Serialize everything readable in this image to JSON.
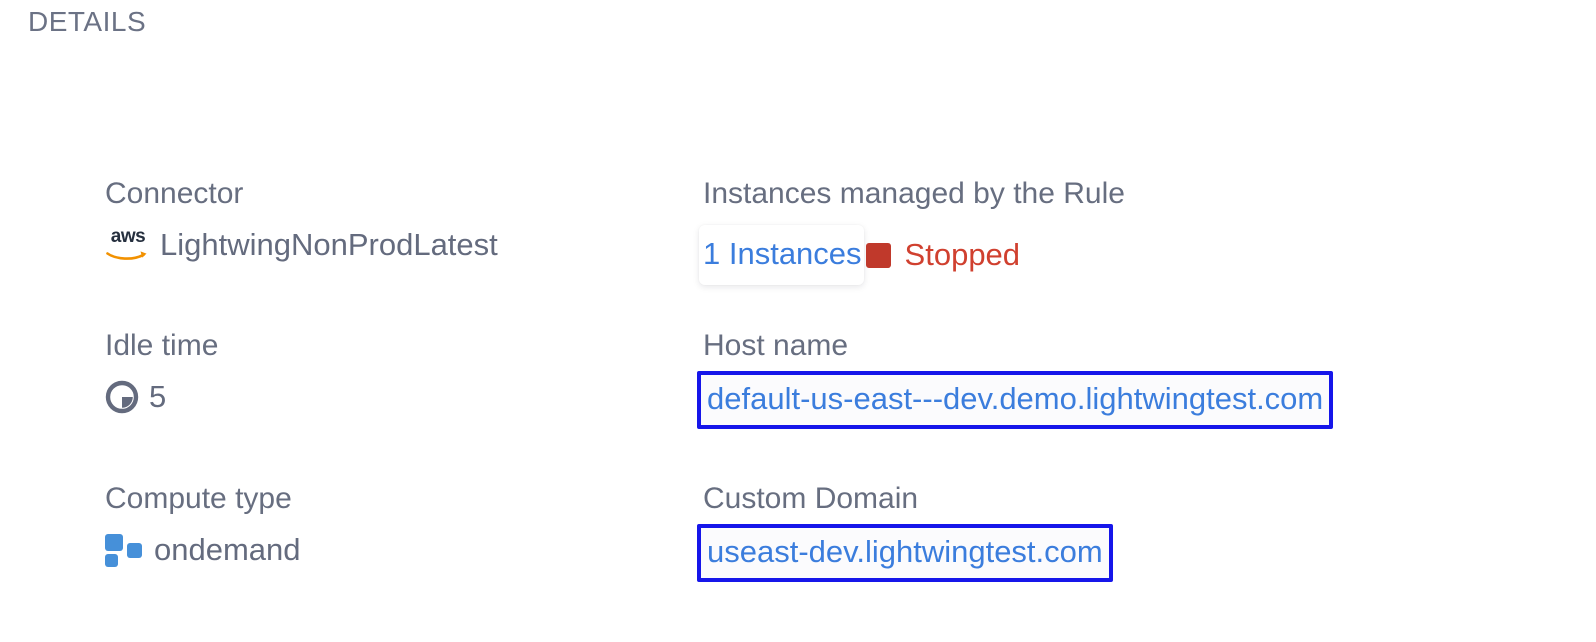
{
  "section": {
    "title": "DETAILS"
  },
  "fields": {
    "connector": {
      "label": "Connector",
      "value": "LightwingNonProdLatest",
      "icon": "aws-logo-icon"
    },
    "instances": {
      "label": "Instances managed by the Rule",
      "link_text": "1 Instances",
      "status_text": "Stopped",
      "status_icon": "stopped-square-icon"
    },
    "idle_time": {
      "label": "Idle time",
      "value": "5",
      "icon": "clock-icon"
    },
    "host_name": {
      "label": "Host name",
      "value": "default-us-east---dev.demo.lightwingtest.com"
    },
    "compute_type": {
      "label": "Compute type",
      "value": "ondemand",
      "icon": "compute-nodes-icon"
    },
    "custom_domain": {
      "label": "Custom Domain",
      "value": "useast-dev.lightwingtest.com"
    }
  },
  "colors": {
    "label_text": "#676e80",
    "value_text": "#646b7e",
    "link_blue": "#3b7ddd",
    "status_red": "#d0402f",
    "status_square_red": "#c0392b",
    "annotation_blue": "#1616ea",
    "compute_icon_blue": "#4690d9",
    "aws_orange": "#f29100",
    "aws_navy": "#252f3e"
  }
}
